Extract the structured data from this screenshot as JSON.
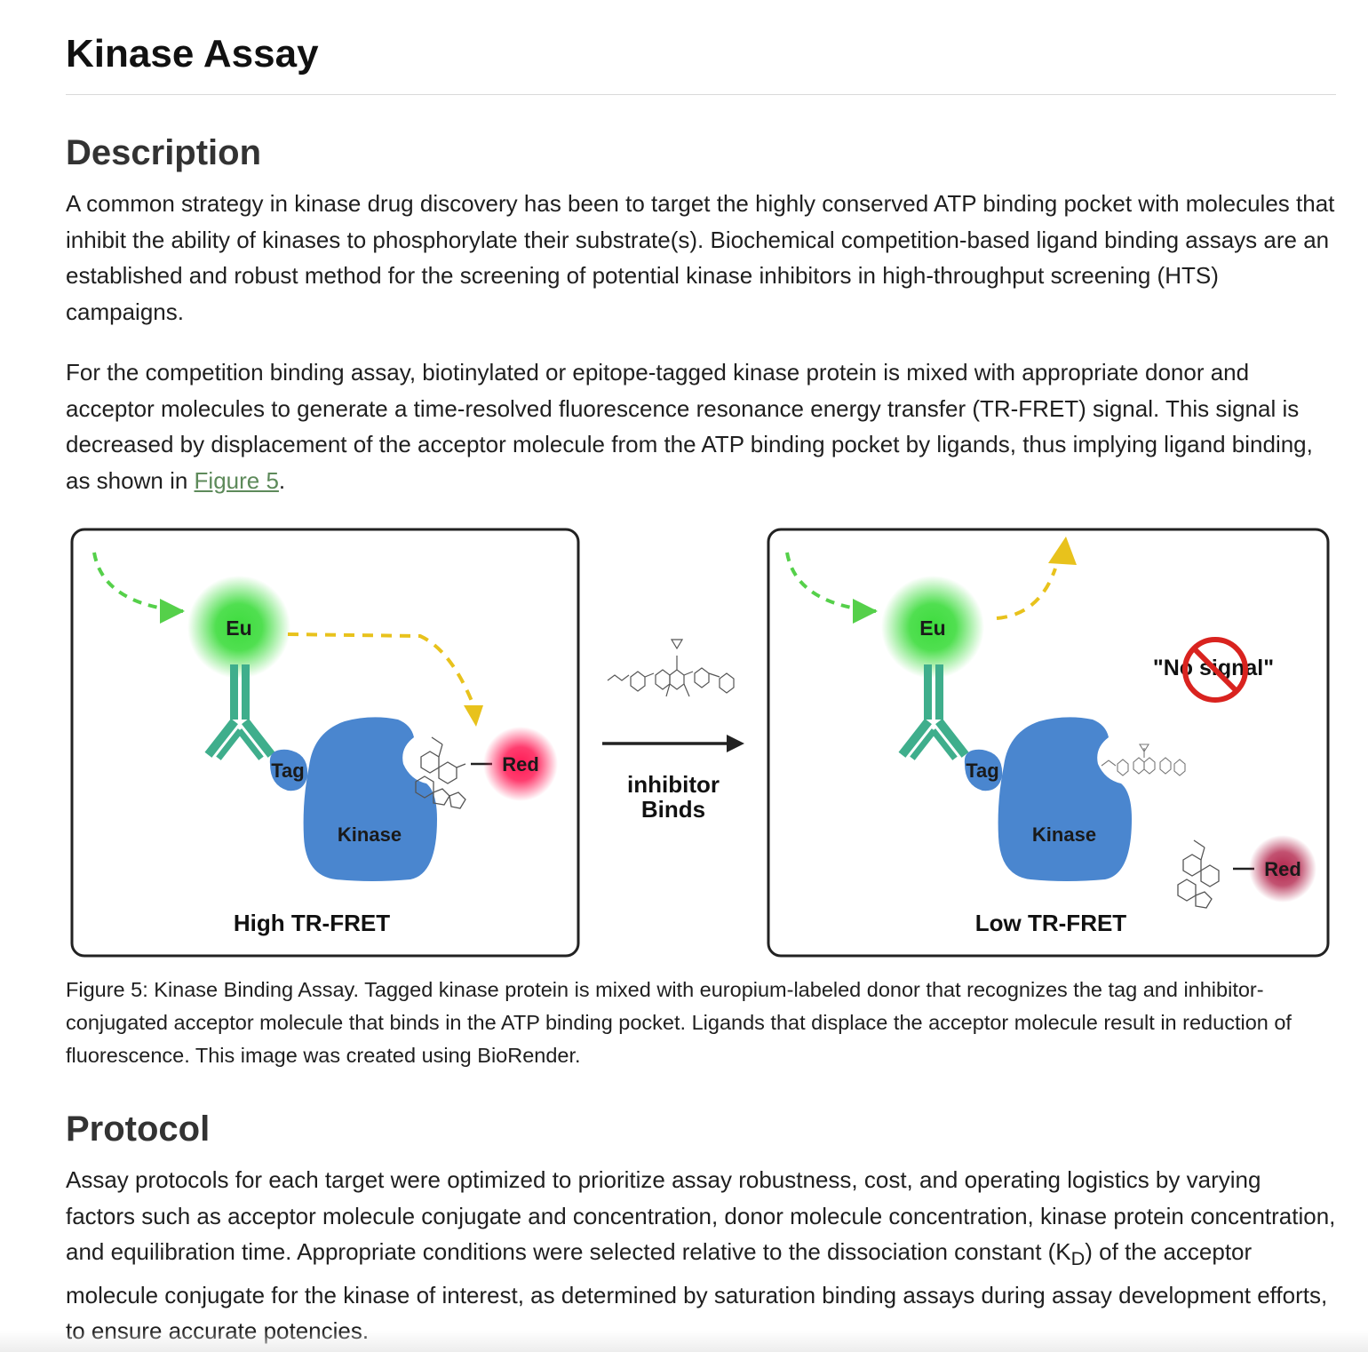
{
  "page": {
    "title": "Kinase Assay"
  },
  "description": {
    "heading": "Description",
    "paragraph1": "A common strategy in kinase drug discovery has been to target the highly conserved ATP binding pocket with molecules that inhibit the ability of kinases to phosphorylate their substrate(s). Biochemical competition-based ligand binding assays are an established and robust method for the screening of potential kinase inhibitors in high-throughput screening (HTS) campaigns.",
    "paragraph2_before_link": "For the competition binding assay, biotinylated or epitope-tagged kinase protein is mixed with appropriate donor and acceptor molecules to generate a time-resolved fluorescence resonance energy transfer (TR-FRET) signal. This signal is decreased by displacement of the acceptor molecule from the ATP binding pocket by ligands, thus implying ligand binding, as shown in ",
    "paragraph2_link": "Figure 5",
    "paragraph2_after_link": "."
  },
  "figure": {
    "left_panel": {
      "eu_label": "Eu",
      "tag_label": "Tag",
      "kinase_label": "Kinase",
      "red_label": "Red",
      "result_label": "High TR-FRET"
    },
    "middle": {
      "line1": "inhibitor",
      "line2": "Binds"
    },
    "right_panel": {
      "eu_label": "Eu",
      "tag_label": "Tag",
      "kinase_label": "Kinase",
      "red_label": "Red",
      "no_signal_label": "\"No signal\"",
      "result_label": "Low TR-FRET"
    },
    "colors": {
      "eu_green": "#3ddc3d",
      "tag_blue": "#4a86cf",
      "antibody_teal": "#3fae8c",
      "red_acceptor": "#ff1a55",
      "dim_red": "#b3264d",
      "arrow_green": "#55d04a",
      "arrow_yellow": "#e8c21c",
      "no_sign_red": "#d9231f"
    },
    "caption": "Figure 5: Kinase Binding Assay. Tagged kinase protein is mixed with europium-labeled donor that recognizes the tag and inhibitor-conjugated acceptor molecule that binds in the ATP binding pocket. Ligands that displace the acceptor molecule result in reduction of fluorescence. This image was created using BioRender."
  },
  "protocol": {
    "heading": "Protocol",
    "paragraph_before_sub": "Assay protocols for each target were optimized to prioritize assay robustness, cost, and operating logistics by varying factors such as acceptor molecule conjugate and concentration, donor molecule concentration, kinase protein concentration, and equilibration time. Appropriate conditions were selected relative to the dissociation constant (K",
    "subscript": "D",
    "paragraph_after_sub": ") of the acceptor molecule conjugate for the kinase of interest, as determined by saturation binding assays during assay development efforts, to ensure accurate potencies."
  }
}
